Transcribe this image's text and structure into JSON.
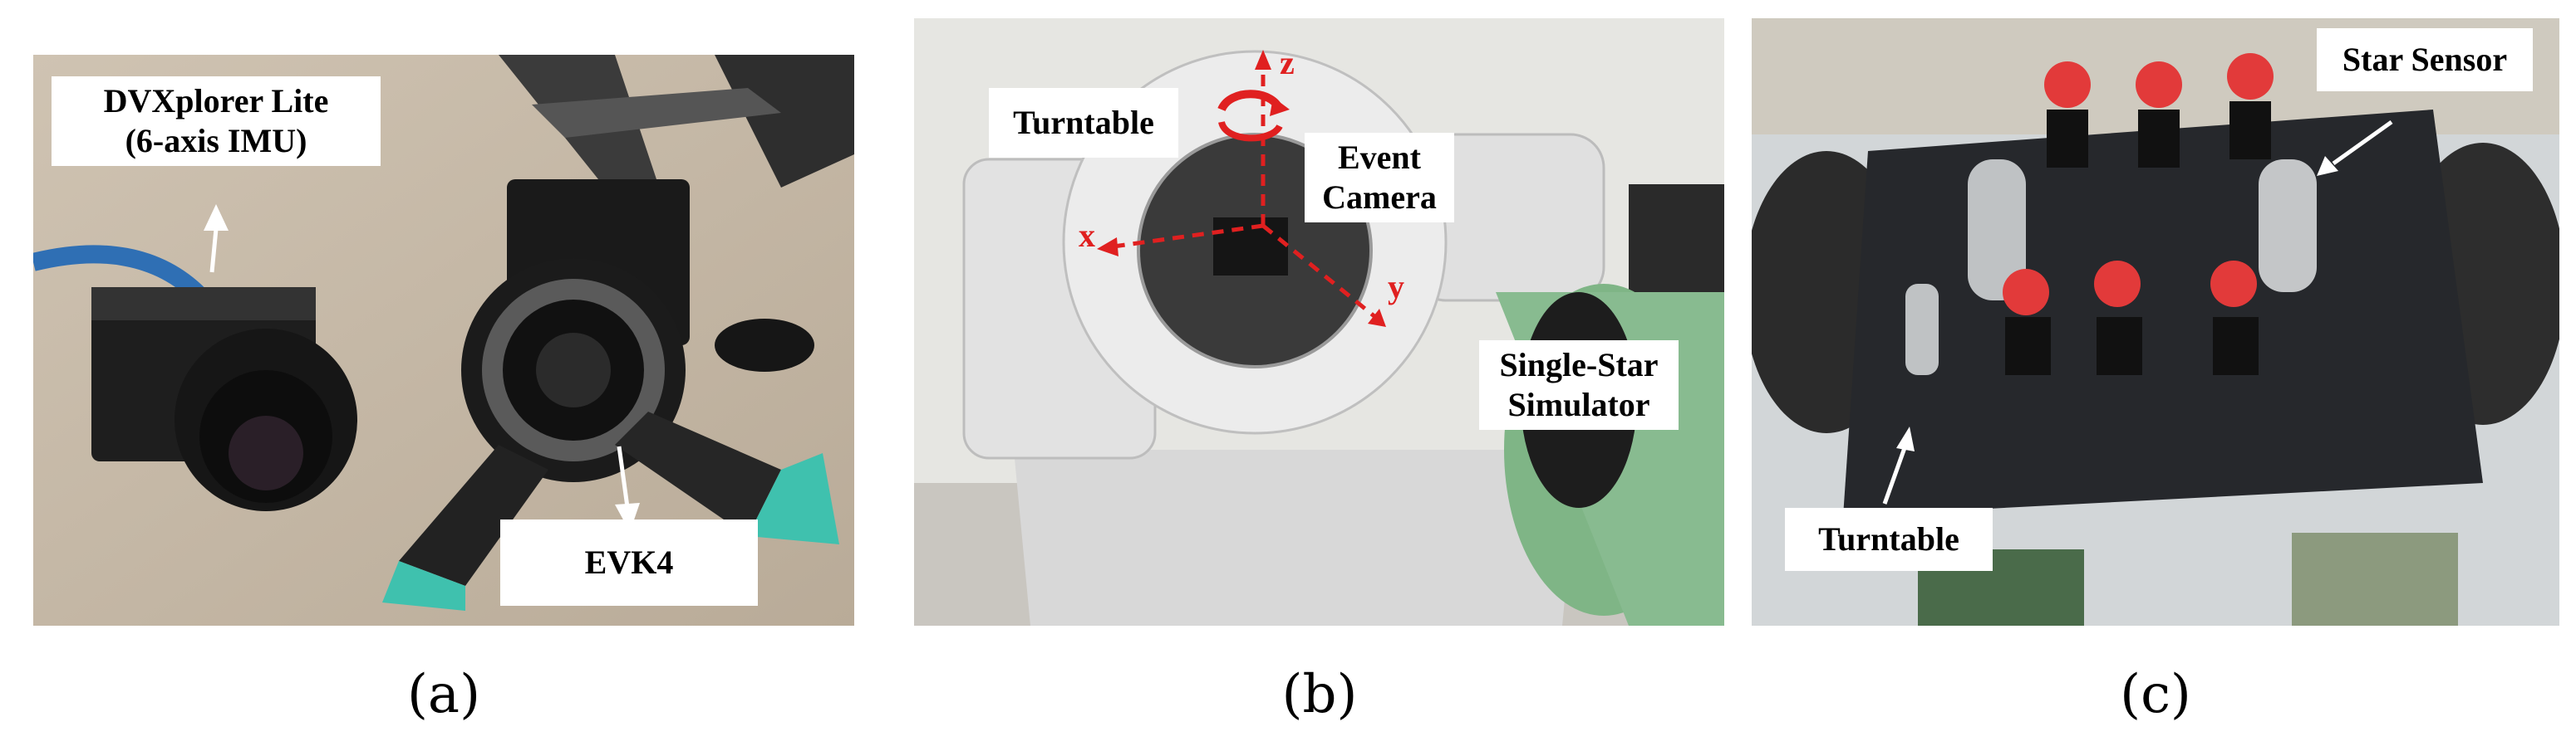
{
  "panels": [
    {
      "id": "a",
      "caption": "(a)",
      "labels": {
        "dvxplorer_line1": "DVXplorer Lite",
        "dvxplorer_line2": "(6-axis IMU)",
        "evk4": "EVK4"
      }
    },
    {
      "id": "b",
      "caption": "(b)",
      "labels": {
        "turntable": "Turntable",
        "event_line1": "Event",
        "event_line2": "Camera",
        "sim_line1": "Single-Star",
        "sim_line2": "Simulator"
      },
      "axes": {
        "x": "x",
        "y": "y",
        "z": "z"
      }
    },
    {
      "id": "c",
      "caption": "(c)",
      "labels": {
        "star_sensor": "Star Sensor",
        "turntable": "Turntable"
      }
    }
  ],
  "colors": {
    "axis_red": "#e02020",
    "arrow_white": "#ffffff",
    "cap_red": "#e23a3a",
    "simulator_green": "#7fb586"
  }
}
